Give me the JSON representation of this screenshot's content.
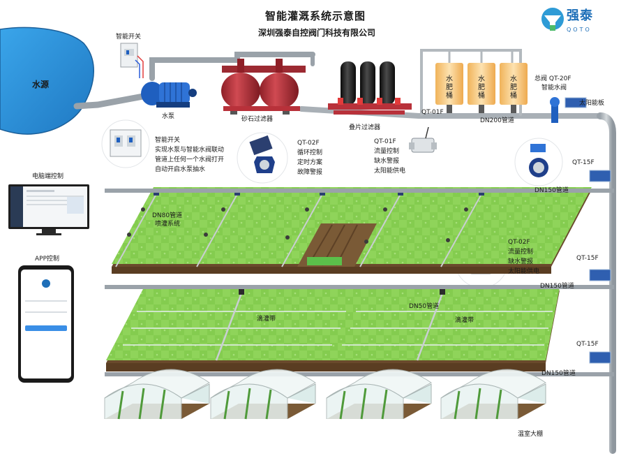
{
  "header": {
    "title": "智能灌溉系统示意图",
    "company": "深圳强泰自控阀门科技有限公司",
    "brand_cn": "强泰",
    "brand_en": "QOTO"
  },
  "labels": {
    "water_source": "水源",
    "smart_switch_top": "智能开关",
    "pump": "水泵",
    "sand_filter": "砂石过滤器",
    "disc_filter": "叠片过滤器",
    "tank": "水肥桶",
    "qt01f_top": "QT-01F",
    "dn200": "DN200管道",
    "main_valve_line1": "总阀 QT-20F",
    "main_valve_line2": "智能水阀",
    "solar_panel": "太阳能板",
    "qt15f_1": "QT-15F",
    "qt15f_2": "QT-15F",
    "qt15f_3": "QT-15F",
    "dn150_1": "DN150管道",
    "dn150_2": "DN150管道",
    "dn150_3": "DN150管道",
    "pc_control": "电脑端控制",
    "app_control": "APP控制",
    "dn80_line1": "DN80管道",
    "dn80_line2": "喷灌系统",
    "drip_tape_1": "滴灌带",
    "drip_tape_2": "滴灌带",
    "dn50": "DN50管道",
    "greenhouse": "温室大棚"
  },
  "notes": {
    "smart_switch": [
      "智能开关",
      "实现水泵与智能水阀联动",
      "管道上任何一个水阀打开",
      "自动开启水泵抽水"
    ],
    "qt02f_top": [
      "QT-02F",
      "循环控制",
      "定时方案",
      "故障警报"
    ],
    "qt01f_mid": [
      "QT-01F",
      "流量控制",
      "缺水警报",
      "太阳能供电"
    ],
    "qt02f_bottom": [
      "QT-02F",
      "流量控制",
      "缺水警报",
      "太阳能供电"
    ]
  },
  "colors": {
    "pipe": "#a9b0b6",
    "pipe_dark": "#8a9299",
    "water": "#2b8fd6",
    "grass": "#8fd45a",
    "grass_dark": "#6fb53c",
    "soil": "#7a5a36",
    "tank": "#f7c77a",
    "filter_red": "#b8313a",
    "filter_black": "#222222",
    "pump_blue": "#1f5fbf",
    "brand": "#1e6fb8"
  }
}
